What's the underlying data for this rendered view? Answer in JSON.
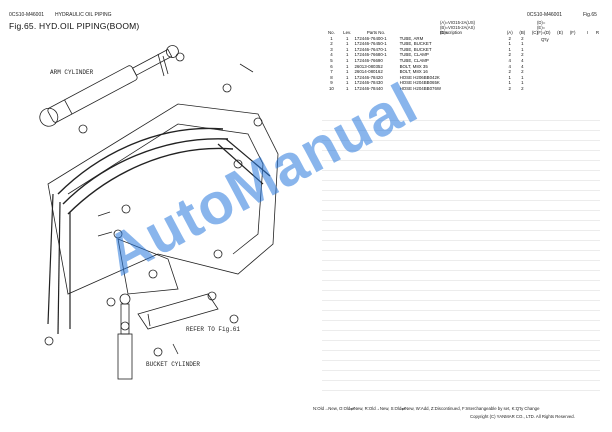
{
  "header": {
    "code": "0CS10-M46001",
    "section": "HYDRAULIC OIL PIPING",
    "right_code": "0CS10-M46001",
    "fig_no": "Fig.65",
    "title": "Fig.65.  HYD.OIL PIPING(BOOM)"
  },
  "legend": {
    "a": "(A)=VIO15-2A(US)",
    "b": "(B)=VIO15-2A(AS)",
    "c": "(C)=",
    "d": "(D)=",
    "e": "(E)=",
    "f": "(F)="
  },
  "diagram": {
    "arm_cylinder": "ARM CYLINDER",
    "bucket_cylinder": "BUCKET CYLINDER",
    "refer_to": "REFER TO Fig.61"
  },
  "table": {
    "headers": {
      "no": "No.",
      "lev": "Lev.",
      "parts_no": "Parts No.",
      "description": "Description",
      "qty": "Q'ty",
      "i": "I",
      "r": "R",
      "a": "(A)",
      "b": "(B)",
      "c": "(C)",
      "d": "(D)",
      "e": "(E)",
      "f": "(F)"
    },
    "rows": [
      {
        "no": "1",
        "lev": "1",
        "pn": "172446-76400-1",
        "desc": "TUBE, ARM",
        "a": "2",
        "b": "2"
      },
      {
        "no": "2",
        "lev": "1",
        "pn": "172446-76450-1",
        "desc": "TUBE, BUCKET",
        "a": "1",
        "b": "1"
      },
      {
        "no": "3",
        "lev": "1",
        "pn": "172446-76470-1",
        "desc": "TUBE, BUCKET",
        "a": "1",
        "b": "1"
      },
      {
        "no": "4",
        "lev": "1",
        "pn": "172446-76680-1",
        "desc": "TUBE, CLAMP",
        "a": "2",
        "b": "2"
      },
      {
        "no": "5",
        "lev": "1",
        "pn": "172446-76690",
        "desc": "TUBE, CLAMP",
        "a": "4",
        "b": "4"
      },
      {
        "no": "6",
        "lev": "1",
        "pn": "26013-080352",
        "desc": "BOLT, M8X 35",
        "a": "4",
        "b": "4"
      },
      {
        "no": "7",
        "lev": "1",
        "pn": "26014-080162",
        "desc": "BOLT, M8X 16",
        "a": "2",
        "b": "2"
      },
      {
        "no": "8",
        "lev": "1",
        "pn": "172446-78420",
        "desc": "HOSE H206BB042K",
        "a": "1",
        "b": "1"
      },
      {
        "no": "9",
        "lev": "1",
        "pn": "172446-78430",
        "desc": "HOSE H204BB065K",
        "a": "1",
        "b": "1"
      },
      {
        "no": "10",
        "lev": "1",
        "pn": "172446-78440",
        "desc": "HOSE H204BB076W",
        "a": "2",
        "b": "2"
      }
    ]
  },
  "footer": {
    "legend": "N:Old→New, O:Old⇄New, R:Old→New, S:Old⇄New, W:Add, Z:Discontinued, F:Interchangeable by set, K:Q'ty Change",
    "copyright": "Copyright (C)  YANMAR CO., LTD. All Rights Reserved."
  },
  "watermark": "AutoManual"
}
